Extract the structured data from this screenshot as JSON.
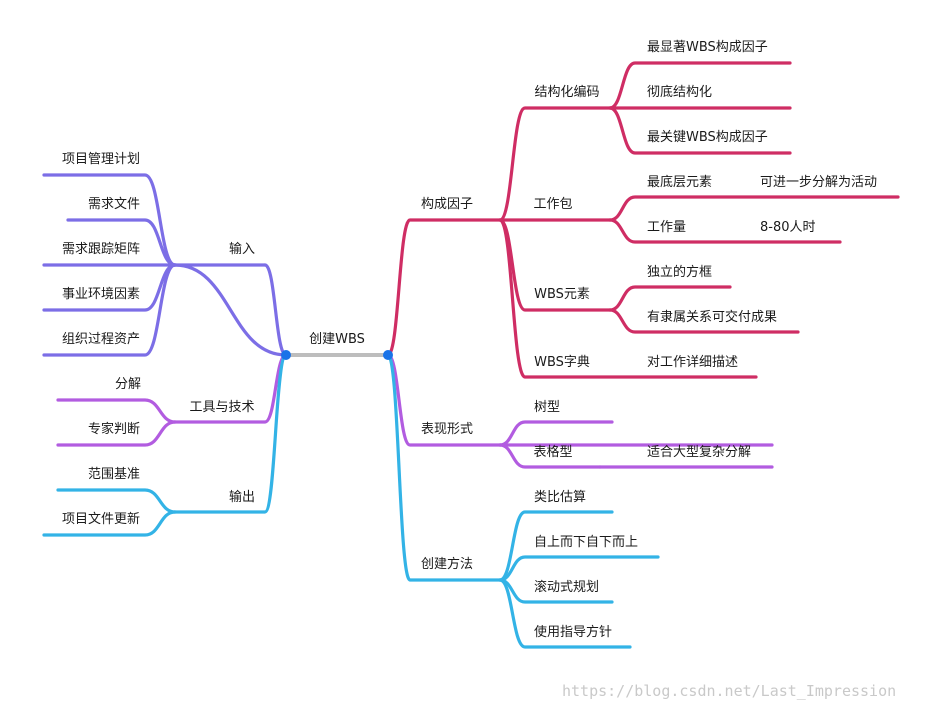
{
  "colors": {
    "root_link": "#bdbdbd",
    "dot": "#1a73e8",
    "purple": "#7c6ee6",
    "violet": "#b25ce0",
    "cyan": "#33b3e6",
    "crimson": "#cf2d64"
  },
  "root": {
    "label": "创建WBS"
  },
  "left": {
    "input": {
      "label": "输入",
      "items": [
        "项目管理计划",
        "需求文件",
        "需求跟踪矩阵",
        "事业环境因素",
        "组织过程资产"
      ]
    },
    "tools": {
      "label": "工具与技术",
      "items": [
        "分解",
        "专家判断"
      ]
    },
    "output": {
      "label": "输出",
      "items": [
        "范围基准",
        "项目文件更新"
      ]
    }
  },
  "right": {
    "factors": {
      "label": "构成因子",
      "coding": {
        "label": "结构化编码",
        "items": [
          "最显著WBS构成因子",
          "彻底结构化",
          "最关键WBS构成因子"
        ]
      },
      "workpackage": {
        "label": "工作包",
        "lowest": {
          "label": "最底层元素",
          "detail": "可进一步分解为活动"
        },
        "effort": {
          "label": "工作量",
          "detail": "8-80人时"
        }
      },
      "element": {
        "label": "WBS元素",
        "items": [
          "独立的方框",
          "有隶属关系可交付成果"
        ]
      },
      "dictionary": {
        "label": "WBS字典",
        "detail": "对工作详细描述"
      }
    },
    "forms": {
      "label": "表现形式",
      "tree": {
        "label": "树型"
      },
      "table": {
        "label": "表格型",
        "detail": "适合大型复杂分解"
      }
    },
    "methods": {
      "label": "创建方法",
      "items": [
        "类比估算",
        "自上而下自下而上",
        "滚动式规划",
        "使用指导方针"
      ]
    }
  },
  "watermark": "https://blog.csdn.net/Last_Impression"
}
